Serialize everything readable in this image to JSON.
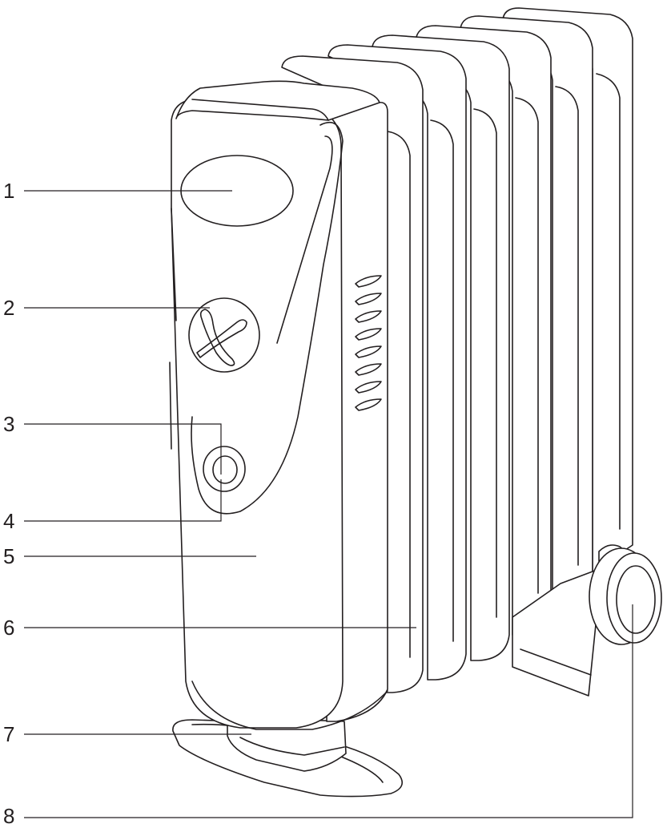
{
  "diagram": {
    "callouts": [
      {
        "id": "1",
        "label": "1"
      },
      {
        "id": "2",
        "label": "2"
      },
      {
        "id": "3",
        "label": "3"
      },
      {
        "id": "4",
        "label": "4"
      },
      {
        "id": "5",
        "label": "5"
      },
      {
        "id": "6",
        "label": "6"
      },
      {
        "id": "7",
        "label": "7"
      },
      {
        "id": "8",
        "label": "8"
      }
    ],
    "colors": {
      "line": "#231f20",
      "background": "#ffffff"
    }
  }
}
